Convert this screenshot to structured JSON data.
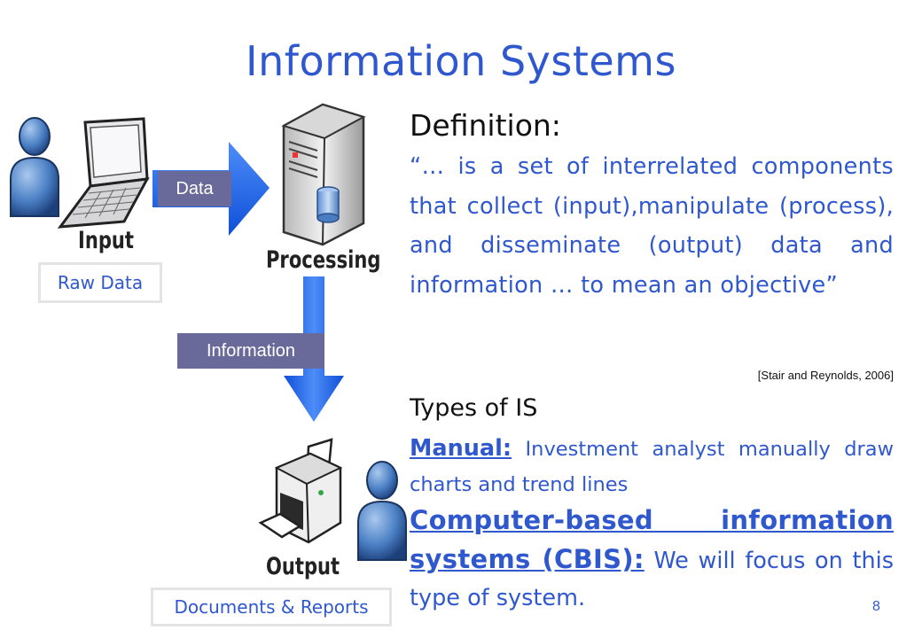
{
  "slide": {
    "title": "Information Systems",
    "page_number": "8"
  },
  "diagram": {
    "input_word": "Input",
    "processing_word": "Processing",
    "output_word": "Output",
    "raw_data_label": "Raw Data",
    "data_label": "Data",
    "information_label": "Information",
    "documents_label": "Documents & Reports"
  },
  "content": {
    "definition_heading": "Definition:",
    "definition_text": "“… is a set of interrelated components that collect (input),manipulate (process), and disseminate (output) data and information … to mean an objective”",
    "citation": "[Stair and Reynolds, 2006]",
    "types_heading": "Types of IS",
    "manual_term": "Manual:",
    "manual_text": " Investment analyst manually draw charts and trend lines",
    "cbis_term": "Computer-based information systems (CBIS):",
    "cbis_text": " We will focus on this type of system."
  },
  "colors": {
    "accent_blue": "#2f58cf",
    "arrow_blue": "#2266ee",
    "label_fill": "#6a6a9a"
  }
}
